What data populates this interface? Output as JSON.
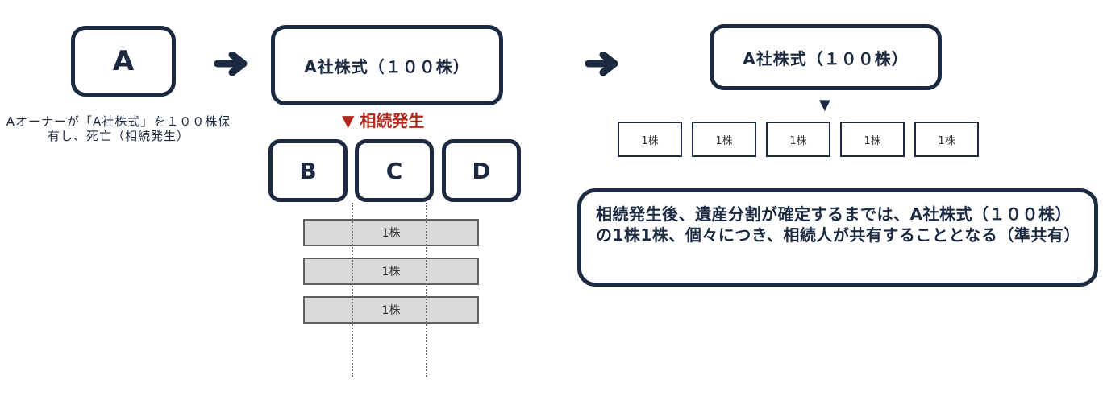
{
  "colors": {
    "navy": "#1b2a41",
    "event_red": "#b02a1e",
    "share_gray_fill": "#d9d9d9"
  },
  "stage1": {
    "owner_label": "A",
    "caption": "Aオーナーが「A社株式」を１００株保有し、死亡（相続発生）"
  },
  "stage2": {
    "shares_title": "A社株式（１００株）",
    "event_label": "▼ 相続発生",
    "heirs": [
      "B",
      "C",
      "D"
    ],
    "share_rows": [
      "1株",
      "1株",
      "1株"
    ]
  },
  "stage3": {
    "shares_title": "A社株式（１００株）",
    "down_arrow": "▼",
    "shares": [
      "1株",
      "1株",
      "1株",
      "1株",
      "1株"
    ],
    "note": "相続発生後、遺産分割が確定するまでは、A社株式（１００株）の1株1株、個々につき、相続人が共有することとなる（準共有）"
  },
  "icons": {
    "flow_arrow": "right-arrow-icon"
  }
}
